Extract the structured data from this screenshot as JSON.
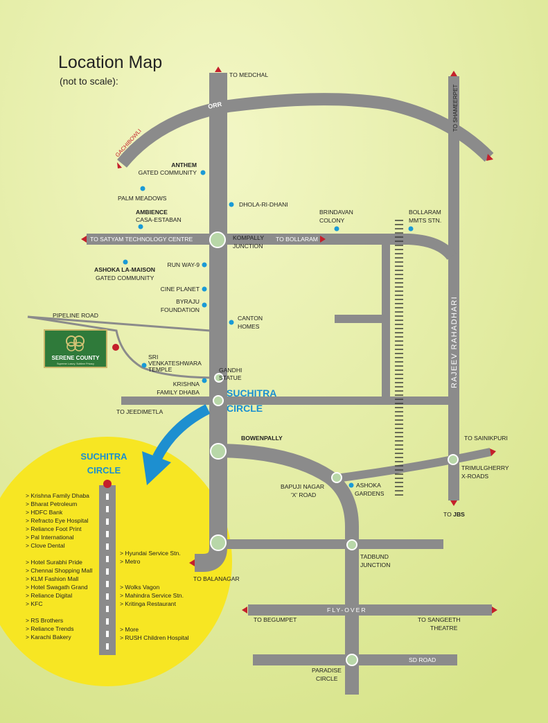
{
  "title": "Location Map",
  "subtitle": "(not to scale):",
  "colors": {
    "background": "#e3ed9a",
    "road": "#8b8b8b",
    "road_edge": "#6f6f6f",
    "marker": "#1a9ad6",
    "arrow": "#c4202b",
    "highlight": "#f7e623",
    "callout_arrow": "#1d8fd0",
    "brand_green": "#1f6b2e"
  },
  "roads": {
    "to_medchal": "TO MEDCHAL",
    "orr": "ORR",
    "gachibowli": "GACHIBOWLI",
    "to_shameerpet": "TO SHAMEERPET",
    "to_satyam": "TO SATYAM TECHNOLOGY CENTRE",
    "to_bollaram": "TO BOLLARAM",
    "pipeline_road": "PIPELINE ROAD",
    "rajeev_rahadhari": "RAJEEV RAHADHARI",
    "to_jeedimetla": "TO JEEDIMETLA",
    "to_sainikpuri": "TO SAINIKPURI",
    "to_jbs_prefix": "TO ",
    "to_jbs_bold": "JBS",
    "to_balanagar": "TO BALANAGAR",
    "flyover": "FLY-OVER",
    "to_begumpet": "TO BEGUMPET",
    "to_sangeeth_1": "TO SANGEETH",
    "to_sangeeth_2": "THEATRE",
    "sd_road": "SD ROAD"
  },
  "places": {
    "anthem_1": "ANTHEM",
    "anthem_2": "GATED COMMUNITY",
    "palm_meadows": "PALM MEADOWS",
    "ambience_1": "AMBIENCE",
    "ambience_2": "CASA-ESTABAN",
    "dhola": "DHOLA-RI-DHANI",
    "brindavan_1": "BRINDAVAN",
    "brindavan_2": "COLONY",
    "bollaram_mmts_1": "BOLLARAM",
    "bollaram_mmts_2": "MMTS STN.",
    "kompally_1": "KOMPALLY",
    "kompally_2": "JUNCTION",
    "ashoka_la_maison_1": "ASHOKA LA-MAISON",
    "ashoka_la_maison_2": "GATED COMMUNITY",
    "runway9": "RUN WAY-9",
    "cine_planet": "CINE PLANET",
    "byraju_1": "BYRAJU",
    "byraju_2": "FOUNDATION",
    "canton_1": "CANTON",
    "canton_2": "HOMES",
    "sri_venk_1": "SRI",
    "sri_venk_2": "VENKATESHWARA",
    "sri_venk_3": "TEMPLE",
    "gandhi_1": "GANDHI",
    "gandhi_2": "STATUE",
    "krishna_1": "KRISHNA",
    "krishna_2": "FAMILY DHABA",
    "suchitra_1": "SUCHITRA",
    "suchitra_2": "CIRCLE",
    "bowenpally": "BOWENPALLY",
    "bapuji_1": "BAPUJI NAGAR",
    "bapuji_2": "'X' ROAD",
    "ashoka_gardens_1": "ASHOKA",
    "ashoka_gardens_2": "GARDENS",
    "trimulgherry_1": "TRIMULGHERRY",
    "trimulgherry_2": "X-ROADS",
    "tadbund_1": "TADBUND",
    "tadbund_2": "JUNCTION",
    "paradise_1": "PARADISE",
    "paradise_2": "CIRCLE"
  },
  "brand": {
    "name": "SERENE COUNTY",
    "tagline": "Supreme Luxury. Sublime Privacy"
  },
  "inset": {
    "title_1": "SUCHITRA",
    "title_2": "CIRCLE",
    "left_items": [
      "> Krishna Family Dhaba",
      "> Bharat Petroleum",
      "> HDFC Bank",
      "> Refracto Eye Hospital",
      "> Reliance Foot Print",
      "> Pal International",
      "> Clove Dental",
      "> Hotel Surabhi Pride",
      "> Chennai Shopping Mall",
      "> KLM Fashion Mall",
      "> Hotel Swagath Grand",
      "> Reliance Digital",
      "> KFC",
      "> RS Brothers",
      "> Reliance Trends",
      "> Karachi Bakery"
    ],
    "right_items": [
      "> Hyundai Service Stn.",
      "> Metro",
      "> Wolks Vagon",
      "> Mahindra Service Stn.",
      "> Kritinga Restaurant",
      "> More",
      "> RUSH Children Hospital"
    ]
  }
}
